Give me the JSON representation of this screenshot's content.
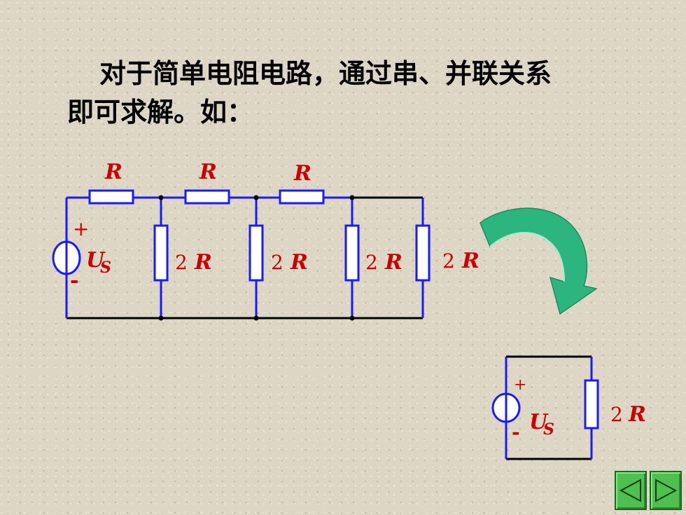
{
  "heading": {
    "line1": "对于简单电阻电路，通过串、并联关系",
    "line2": "即可求解。如："
  },
  "circuit": {
    "series_label": "R",
    "shunt_coef": "2",
    "shunt_var": "R",
    "source_main": "U",
    "source_sub": "S",
    "plus": "+",
    "minus": "-"
  },
  "colors": {
    "wire_blue": "#1a1aff",
    "wire_black": "#000000",
    "label_red": "#cc0000",
    "arrow_green": "#2cb57f",
    "nav_green": "#4fbf4f"
  },
  "icons": [
    "curved-arrow-icon",
    "prev-triangle-icon",
    "next-triangle-icon"
  ]
}
